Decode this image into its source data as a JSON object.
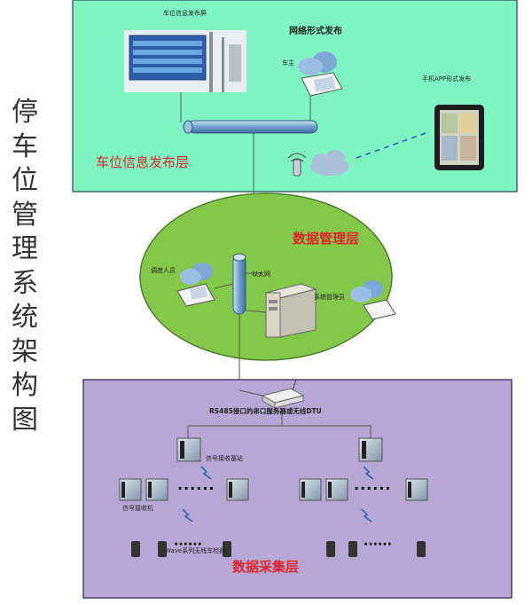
{
  "diagram": {
    "vertical_title": "停车位管理系统架构图",
    "top_layer": {
      "name": "车位信息发布层",
      "billboard_label": "车位信息发布屏",
      "network_label": "网络形式发布",
      "car_owner_label": "车主",
      "app_label": "手机APP形式发布"
    },
    "middle_layer": {
      "name": "数据管理层",
      "dispatcher_label": "调度人员",
      "ethernet_label": "以太网",
      "admin_label": "系统管理员"
    },
    "bottom_layer": {
      "name": "数据采集层",
      "dtu_label": "RS485接口的串口服务器或无线DTU",
      "signal_node_label": "信号接收基站",
      "receiver_label": "信号接收机",
      "detector_label": "Wave系列无线车检器"
    },
    "dots": "······",
    "colors": {
      "top_bg": "#7ff5c4",
      "middle_bg": "#84c84a",
      "bottom_bg": "#b7a7d5",
      "pipe": "#6ea0c8",
      "label_red": "#e0262a"
    }
  }
}
